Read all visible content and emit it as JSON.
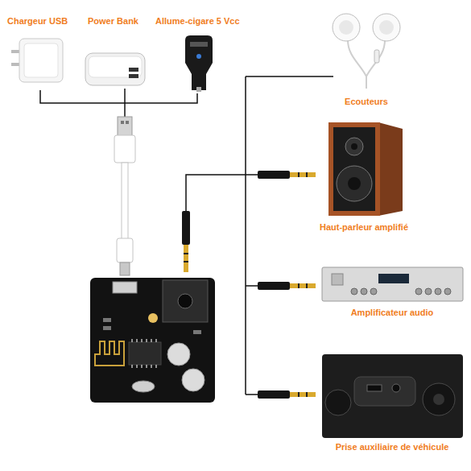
{
  "diagram": {
    "nodes": [
      {
        "text": [
          "Chargeur USB"
        ]
      },
      {
        "text": [
          "Power Bank"
        ]
      },
      {
        "text": [
          "Allume-cigare 5 Vcc"
        ]
      },
      {
        "text": [
          "Ecouteurs"
        ]
      },
      {
        "text": [
          "Haut-parleur amplifié"
        ]
      },
      {
        "text": [
          "Amplificateur audio"
        ]
      },
      {
        "text": [
          "Prise auxiliaire de véhicule"
        ]
      }
    ]
  }
}
